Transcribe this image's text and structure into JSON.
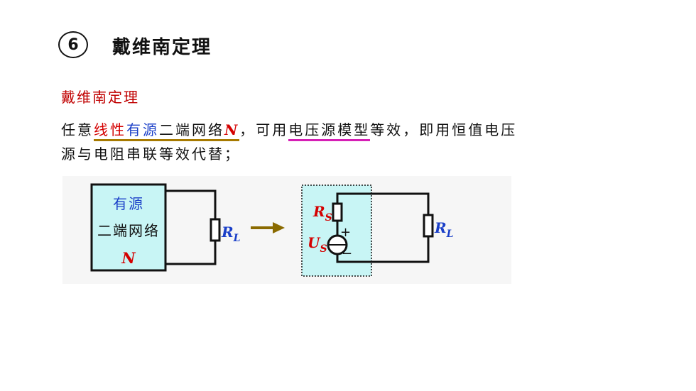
{
  "heading": {
    "number": "6",
    "title": "戴维南定理"
  },
  "subtitle": "戴维南定理",
  "paragraph": {
    "p1": "任意",
    "p2": "线性",
    "p3": "有源",
    "p4": "二端网络",
    "p5": "N",
    "p6": "，可用",
    "p7": "电压源模型",
    "p8": "等效，即用恒值电压",
    "line2": "源与电阻串联等效代替；"
  },
  "diagram_left": {
    "line1": "有源",
    "line2": "二端网络",
    "line3": "N",
    "load_main": "R",
    "load_sub": "L"
  },
  "diagram_right": {
    "rs_main": "R",
    "rs_sub": "S",
    "us_main": "U",
    "us_sub": "S",
    "plus": "+",
    "minus": "−",
    "load_main": "R",
    "load_sub": "L"
  },
  "colors": {
    "box_fill": "#c8f5f5",
    "red": "#d40000",
    "blue": "#1a3fc8",
    "arrow": "#8a6a00",
    "underline_gold": "#a77a00",
    "underline_magenta": "#d61fb5"
  }
}
